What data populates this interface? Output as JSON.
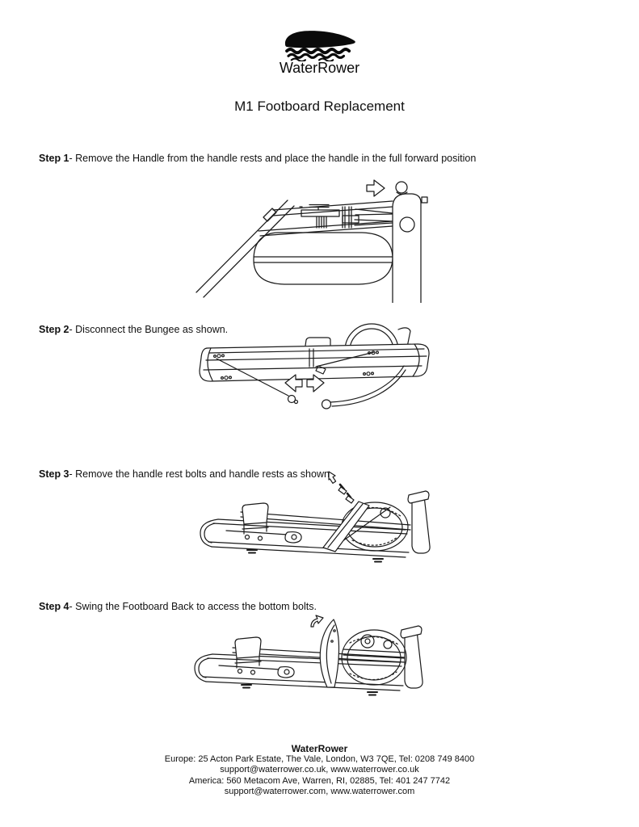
{
  "logo": {
    "wordmark": "WaterRower"
  },
  "title": "M1 Footboard Replacement",
  "steps": [
    {
      "label": "Step 1",
      "text": "- Remove the Handle from the handle rests and place the handle in the full forward position"
    },
    {
      "label": "Step 2",
      "text": "- Disconnect the Bungee as shown."
    },
    {
      "label": "Step 3",
      "text": "- Remove the handle rest bolts and handle rests as shown."
    },
    {
      "label": "Step 4",
      "text": "- Swing the Footboard Back to access the bottom bolts."
    }
  ],
  "illustration_icons": {
    "step1": "forward-direction-arrow",
    "step2": "pull-apart-arrows",
    "step3": "remove-bolts-arrow",
    "step4": "swing-back-arrow"
  },
  "footer": {
    "brand": "WaterRower",
    "lines": [
      "Europe: 25 Acton Park Estate, The Vale, London, W3 7QE, Tel: 0208 749 8400",
      "support@waterrower.co.uk, www.waterrower.co.uk",
      "America: 560 Metacom Ave, Warren, RI, 02885, Tel: 401 247 7742",
      "support@waterrower.com, www.waterrower.com"
    ]
  },
  "colors": {
    "ink": "#000000",
    "line_art": "#1b1b1b",
    "paper": "#ffffff"
  }
}
